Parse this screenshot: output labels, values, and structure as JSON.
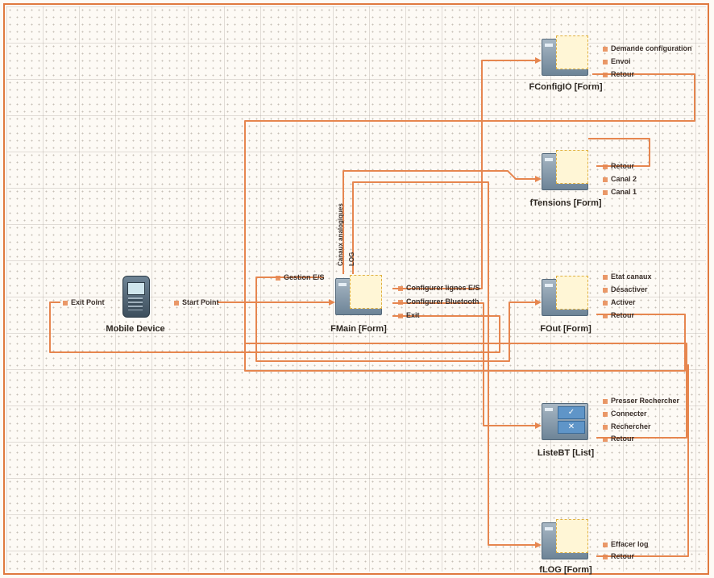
{
  "colors": {
    "connector": "#e6864f",
    "frame": "#e07a3f",
    "text": "#2e2822"
  },
  "device": {
    "title": "Mobile Device",
    "exit_label": "Exit Point",
    "start_label": "Start Point"
  },
  "nodes": {
    "fconfigio": {
      "title": "FConfigIO [Form]",
      "ports": [
        "Demande configuration",
        "Envoi",
        "Retour"
      ]
    },
    "ftensions": {
      "title": "fTensions [Form]",
      "ports": [
        "Retour",
        "Canal 2",
        "Canal 1"
      ]
    },
    "fmain": {
      "title": "FMain [Form]",
      "ports": [
        "Configurer lignes E/S",
        "Configurer Bluetooth",
        "Exit"
      ],
      "left_port": "Gestion E/S",
      "top_ports": [
        "Canaux analogiques",
        "LOG"
      ]
    },
    "fout": {
      "title": "FOut [Form]",
      "ports": [
        "Etat canaux",
        "Désactiver",
        "Activer",
        "Retour"
      ]
    },
    "listebt": {
      "title": "ListeBT [List]",
      "ports": [
        "Presser Rechercher",
        "Connecter",
        "Rechercher",
        "Retour"
      ]
    },
    "flog": {
      "title": "fLOG [Form]",
      "ports": [
        "Effacer log",
        "Retour"
      ]
    }
  }
}
